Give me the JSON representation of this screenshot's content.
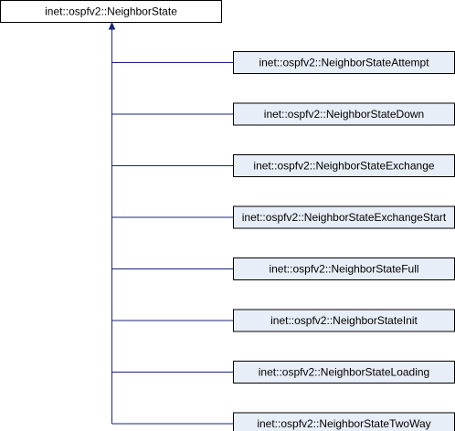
{
  "base_class": {
    "label": "inet::ospfv2::NeighborState"
  },
  "derived_classes": [
    {
      "label": "inet::ospfv2::NeighborStateAttempt"
    },
    {
      "label": "inet::ospfv2::NeighborStateDown"
    },
    {
      "label": "inet::ospfv2::NeighborStateExchange"
    },
    {
      "label": "inet::ospfv2::NeighborStateExchangeStart"
    },
    {
      "label": "inet::ospfv2::NeighborStateFull"
    },
    {
      "label": "inet::ospfv2::NeighborStateInit"
    },
    {
      "label": "inet::ospfv2::NeighborStateLoading"
    },
    {
      "label": "inet::ospfv2::NeighborStateTwoWay"
    }
  ],
  "colors": {
    "base_fill": "#ffffff",
    "derived_fill": "#e8eef7",
    "edge": "#1a237e",
    "border": "#000000"
  }
}
